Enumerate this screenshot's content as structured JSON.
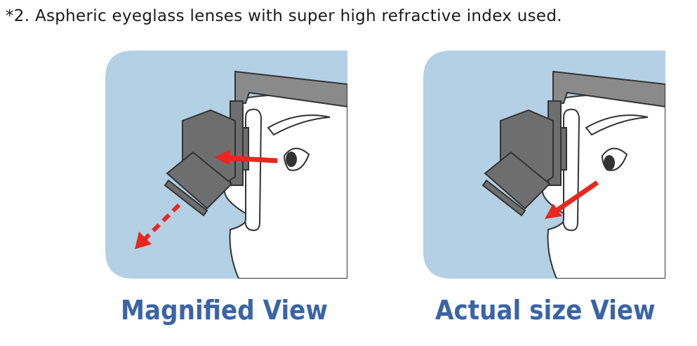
{
  "heading": "*2. Aspheric eyeglass lenses with super high refractive index used.",
  "panels": [
    {
      "caption": "Magnified View"
    },
    {
      "caption": "Actual size View"
    }
  ],
  "colors": {
    "background_blue": "#b3d0e4",
    "loupe_gray": "#6f6e6e",
    "frame_gray": "#8a8a8a",
    "arrow_red": "#e8271f",
    "caption_blue": "#3a64a8"
  }
}
